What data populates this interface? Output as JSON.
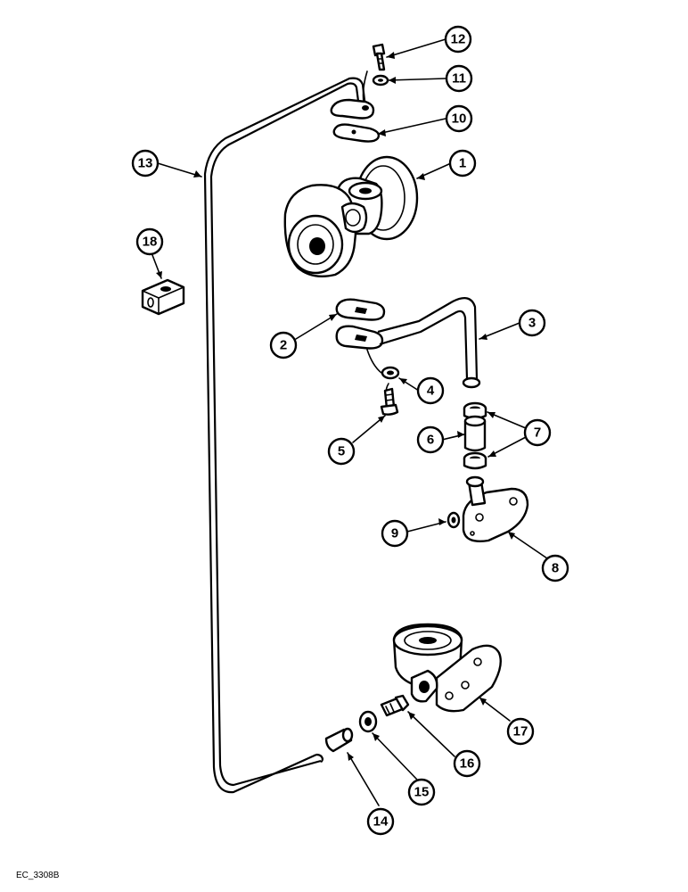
{
  "drawing_code": "EC_3308B",
  "callouts": [
    {
      "label": "1"
    },
    {
      "label": "2"
    },
    {
      "label": "3"
    },
    {
      "label": "4"
    },
    {
      "label": "5"
    },
    {
      "label": "6"
    },
    {
      "label": "7"
    },
    {
      "label": "8"
    },
    {
      "label": "9"
    },
    {
      "label": "10"
    },
    {
      "label": "11"
    },
    {
      "label": "12"
    },
    {
      "label": "13"
    },
    {
      "label": "14"
    },
    {
      "label": "15"
    },
    {
      "label": "16"
    },
    {
      "label": "17"
    },
    {
      "label": "18"
    }
  ]
}
